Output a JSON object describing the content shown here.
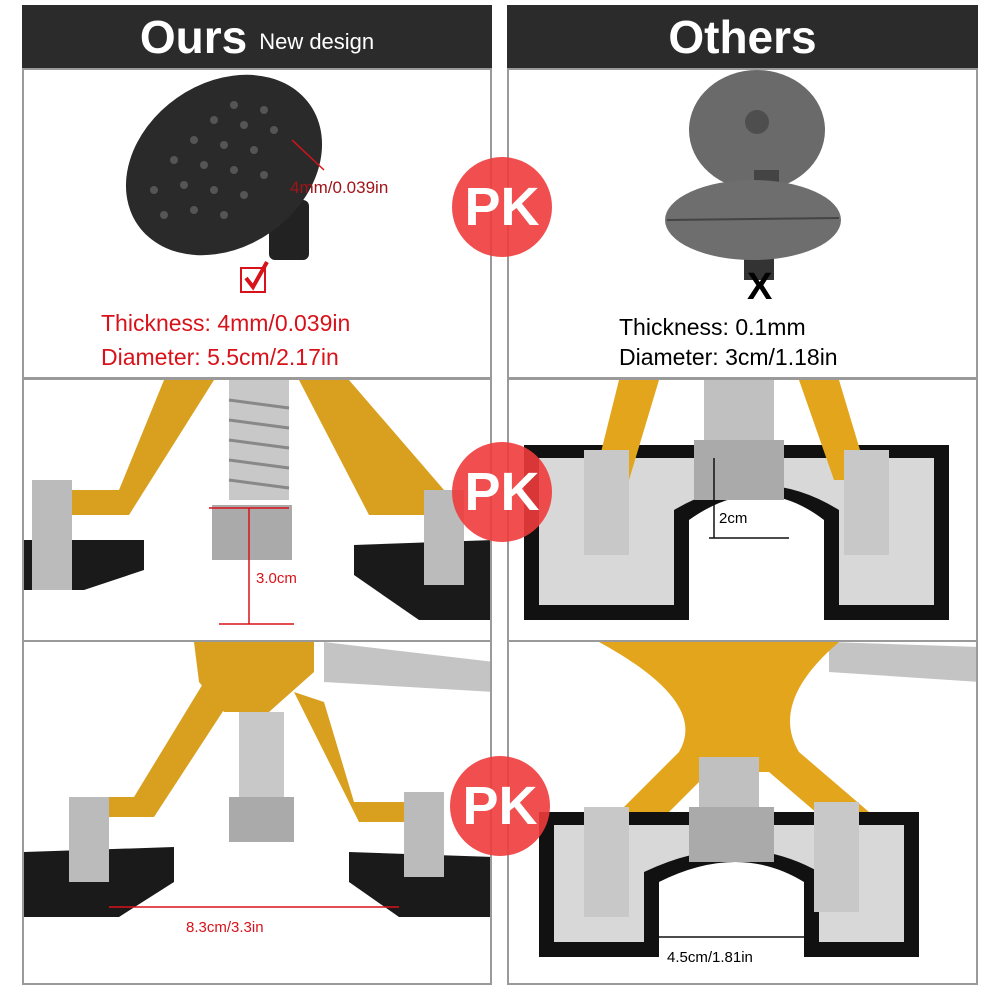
{
  "header": {
    "ours": "Ours",
    "ours_sub": "New design",
    "others": "Others"
  },
  "pk_label": "PK",
  "row1": {
    "ours_dim": "4mm/0.039in",
    "ours_thickness": "Thickness: 4mm/0.039in",
    "ours_diameter": "Diameter: 5.5cm/2.17in",
    "others_mark": "X",
    "others_thickness": "Thickness: 0.1mm",
    "others_diameter": "Diameter: 3cm/1.18in"
  },
  "row2": {
    "ours_dim": "3.0cm",
    "others_dim": "2cm"
  },
  "row3": {
    "ours_dim": "8.3cm/3.3in",
    "others_dim": "4.5cm/1.81in"
  },
  "colors": {
    "header": "#2b2b2b",
    "pk": "#f03c3c",
    "accent_red": "#d8121a",
    "gold": "#e2a51c"
  }
}
